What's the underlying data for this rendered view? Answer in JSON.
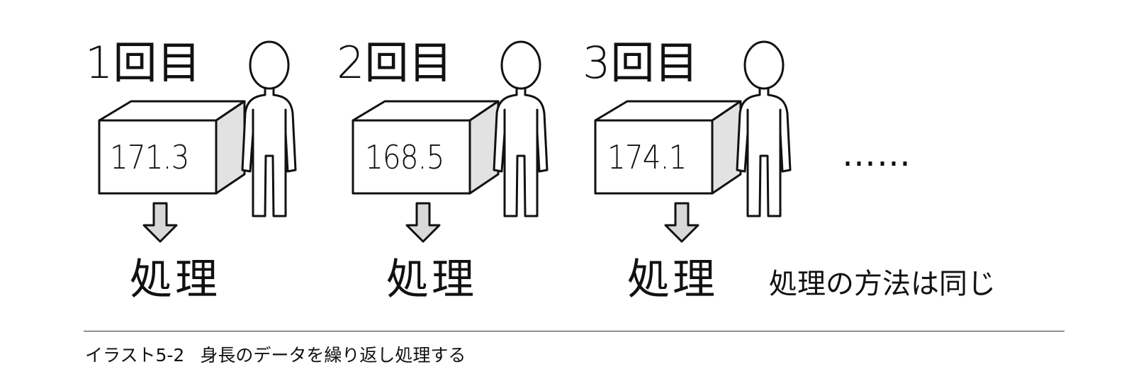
{
  "steps": [
    {
      "ordinal": "1回目",
      "value": "171.3",
      "process": "処理"
    },
    {
      "ordinal": "2回目",
      "value": "168.5",
      "process": "処理"
    },
    {
      "ordinal": "3回目",
      "value": "174.1",
      "process": "処理"
    }
  ],
  "ellipsis": "……",
  "note": "処理の方法は同じ",
  "caption": {
    "figure_number": "イラスト5-2",
    "text": "身長のデータを繰り返し処理する"
  }
}
